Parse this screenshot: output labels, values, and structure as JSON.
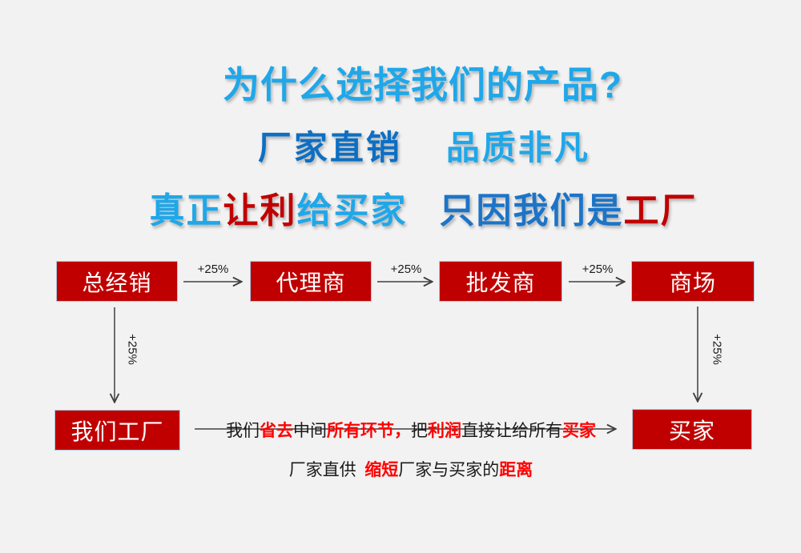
{
  "page": {
    "background_color": "#F2F2F2"
  },
  "header": {
    "line1": {
      "text": "为什么选择我们的产品?",
      "color": "#1FA7E9"
    },
    "line2": {
      "segments": [
        {
          "text": "厂家直销",
          "color": "#0D6FC3"
        },
        {
          "text": "品质非凡",
          "color": "#1FA7E9"
        }
      ]
    },
    "line3": {
      "segments": [
        {
          "text": "真正",
          "color": "#1FA7E9"
        },
        {
          "text": "让利",
          "color": "#C00000"
        },
        {
          "text": "给买家",
          "color": "#1FA7E9"
        },
        {
          "text": "只因我们是",
          "color": "#1B74C8"
        },
        {
          "text": "工厂",
          "color": "#C00000"
        }
      ]
    }
  },
  "flowchart": {
    "box_fill_color": "#C00000",
    "box_border_color": "#AECADF",
    "box_text_color": "#FFFFFF",
    "arrow_color": "#3F3F3F",
    "top_row": [
      {
        "label": "总经销"
      },
      {
        "label": "代理商"
      },
      {
        "label": "批发商"
      },
      {
        "label": "商场"
      }
    ],
    "bottom_row": [
      {
        "label": "我们工厂"
      },
      {
        "label": "买家"
      }
    ],
    "arrows": {
      "h1": {
        "label": "+25%"
      },
      "h2": {
        "label": "+25%"
      },
      "h3": {
        "label": "+25%"
      },
      "v_left": {
        "label": "+25%"
      },
      "v_right": {
        "label": "+25%"
      }
    }
  },
  "caption": {
    "line1": {
      "segments": [
        {
          "text": "我们",
          "emphasis": false
        },
        {
          "text": "省去",
          "emphasis": true
        },
        {
          "text": "中间",
          "emphasis": false
        },
        {
          "text": "所有环节，",
          "emphasis": true
        },
        {
          "text": "把",
          "emphasis": false
        },
        {
          "text": "利润",
          "emphasis": true
        },
        {
          "text": "直接让给所有",
          "emphasis": false
        },
        {
          "text": "买家",
          "emphasis": true
        }
      ]
    },
    "line2": {
      "segments": [
        {
          "text": "厂家直供  ",
          "emphasis": false
        },
        {
          "text": "缩短",
          "emphasis": true
        },
        {
          "text": "厂家与买家的",
          "emphasis": false
        },
        {
          "text": "距离",
          "emphasis": true
        }
      ]
    },
    "emphasis_color": "#FF0000",
    "text_color": "#1a1a1a"
  }
}
